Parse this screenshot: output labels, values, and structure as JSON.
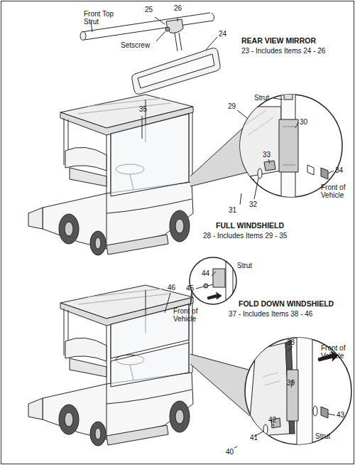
{
  "diagram": {
    "labels": [
      "Front Top Strut",
      "25",
      "26",
      "Setscrew",
      "24",
      "REAR VIEW MIRROR",
      "23 - Includes Items 24 - 26",
      "35",
      "29",
      "Strut",
      "30",
      "33",
      "34",
      "Front of Vehicle",
      "32",
      "31",
      "FULL WINDSHIELD",
      "28 - Includes Items 29 - 35",
      "44",
      "Strut",
      "45",
      "Front of Vehicle",
      "FOLD DOWN WINDSHIELD",
      "37 - Includes Items 38 - 46",
      "46",
      "38",
      "Front of Vehicle",
      "39",
      "43",
      "42",
      "41",
      "40",
      "Strut"
    ]
  }
}
